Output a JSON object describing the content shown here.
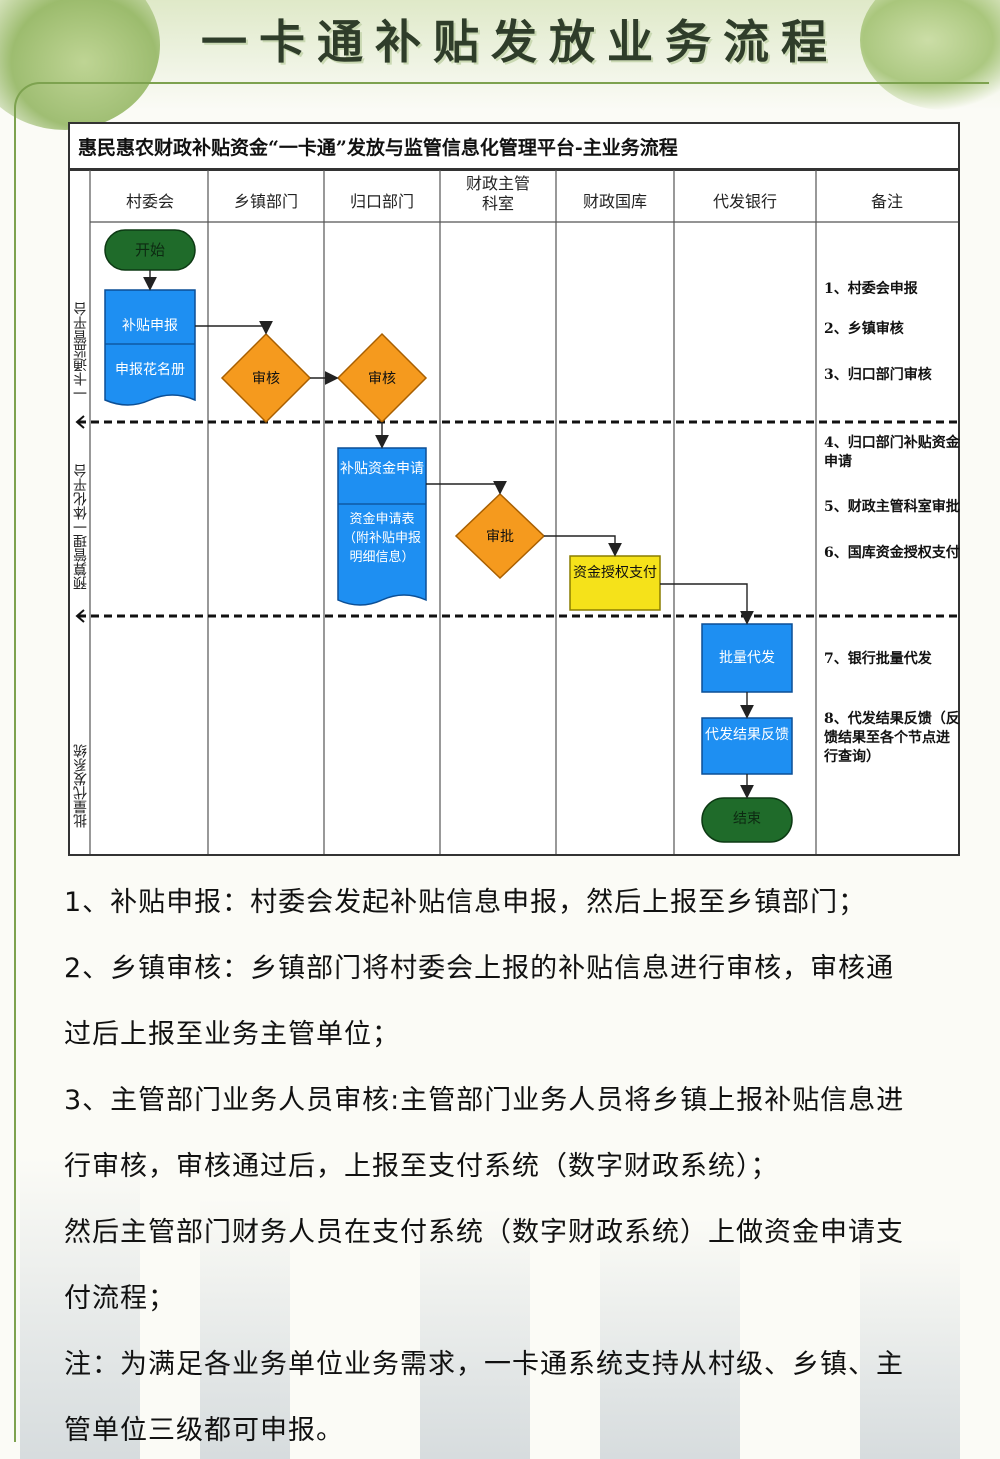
{
  "page": {
    "title": "一卡通补贴发放业务流程"
  },
  "chart": {
    "title": "惠民惠农财政补贴资金“一卡通”发放与监管信息化管理平台-主业务流程",
    "lanes": [
      "村委会",
      "乡镇部门",
      "归口部门",
      "财政主管科室",
      "财政国库",
      "代发银行",
      "备注"
    ],
    "bands": [
      "一卡通监管平台",
      "预算管理一体化平台",
      "批量代发系统"
    ],
    "nodes": {
      "start": "开始",
      "subsidy_report": "补贴申报",
      "report_roster": "申报花名册",
      "review_town": "审核",
      "review_dept": "审核",
      "fund_apply": "补贴资金申请",
      "fund_apply_form": "资金申请表（附补贴申报明细信息）",
      "approve": "审批",
      "authorize_pay": "资金授权支付",
      "batch_pay": "批量代发",
      "pay_feedback": "代发结果反馈",
      "end": "结束"
    },
    "notes": [
      "1、村委会申报",
      "2、乡镇审核",
      "3、归口部门审核",
      "4、归口部门补贴资金申请",
      "5、财政主管科室审批",
      "6、国库资金授权支付",
      "7、银行批量代发",
      "8、代发结果反馈（反馈结果至各个节点进行查询）"
    ],
    "colors": {
      "start_end": "#1f6b2a",
      "process": "#1e8ff2",
      "decision": "#f59a1e",
      "treasury": "#f5e21a"
    }
  },
  "paragraphs": {
    "p1": "1、补贴申报：村委会发起补贴信息申报，然后上报至乡镇部门；",
    "p2a": "2、乡镇审核：乡镇部门将村委会上报的补贴信息进行审核，审核通",
    "p2b": "过后上报至业务主管单位；",
    "p3a": "3、主管部门业务人员审核:主管部门业务人员将乡镇上报补贴信息进",
    "p3b": "行审核，审核通过后，上报至支付系统（数字财政系统）；",
    "p4a": "然后主管部门财务人员在支付系统（数字财政系统）上做资金申请支",
    "p4b": "付流程；",
    "p5a": "注：为满足各业务单位业务需求，一卡通系统支持从村级、乡镇、主",
    "p5b": "管单位三级都可申报。"
  }
}
